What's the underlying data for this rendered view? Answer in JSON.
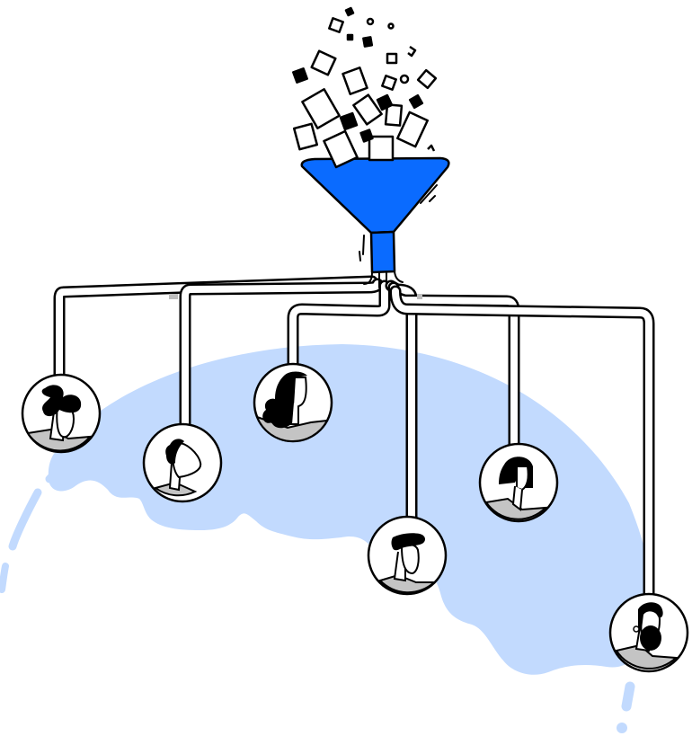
{
  "illustration": {},
  "colors": {
    "funnel": "#0A6BFF",
    "globe": "#C2DAFE",
    "stroke": "#000000",
    "pipe_fill": "#FFFFFF",
    "shadow": "#BDBDBD",
    "shirt": "#C4C4C4",
    "background": "#FFFFFF"
  },
  "elements": {
    "documents": "falling-documents",
    "funnel": "funnel",
    "globe": "globe",
    "pipes": "distribution-pipes"
  },
  "avatars": [
    {
      "id": "avatar-1",
      "hair": "curly-bun"
    },
    {
      "id": "avatar-2",
      "hair": "short-curly"
    },
    {
      "id": "avatar-3",
      "hair": "long-wavy"
    },
    {
      "id": "avatar-4",
      "hair": "swept-quiff"
    },
    {
      "id": "avatar-5",
      "hair": "bob"
    },
    {
      "id": "avatar-6",
      "hair": "pompadour-beard"
    }
  ]
}
